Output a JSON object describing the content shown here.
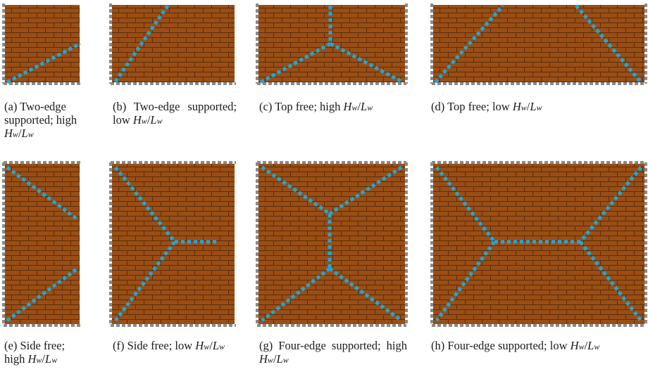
{
  "colors": {
    "brick": "#9a4e14",
    "mortar": "#5b2d0c",
    "support": "#8a8a8a",
    "crack": "#1aa9dc"
  },
  "captions": [
    {
      "id": "a",
      "prefix": "(a) Two-edge supported; high ",
      "tail": ""
    },
    {
      "id": "b",
      "prefix": "(b) Two-edge supported; low ",
      "tail": ""
    },
    {
      "id": "c",
      "prefix": "(c) Top free; high ",
      "tail": ""
    },
    {
      "id": "d",
      "prefix": "(d) Top free; low ",
      "tail": ""
    },
    {
      "id": "e",
      "prefix": "(e) Side free; high ",
      "tail": ""
    },
    {
      "id": "f",
      "prefix": "(f) Side free; low ",
      "tail": ""
    },
    {
      "id": "g",
      "prefix": "(g) Four-edge supported; high ",
      "tail": ""
    },
    {
      "id": "h",
      "prefix": "(h) Four-edge supported; low ",
      "tail": ""
    }
  ],
  "ratio": {
    "h": "H",
    "w": "w",
    "l": "L",
    "slash": "/"
  },
  "panels": [
    {
      "id": "a",
      "supports": [
        "left",
        "bottom"
      ]
    },
    {
      "id": "b",
      "supports": [
        "left",
        "bottom"
      ]
    },
    {
      "id": "c",
      "supports": [
        "left",
        "right",
        "bottom"
      ]
    },
    {
      "id": "d",
      "supports": [
        "left",
        "right",
        "bottom"
      ]
    },
    {
      "id": "e",
      "supports": [
        "top",
        "left",
        "bottom"
      ]
    },
    {
      "id": "f",
      "supports": [
        "top",
        "left",
        "bottom"
      ]
    },
    {
      "id": "g",
      "supports": [
        "top",
        "left",
        "right",
        "bottom"
      ]
    },
    {
      "id": "h",
      "supports": [
        "top",
        "left",
        "right",
        "bottom"
      ]
    }
  ]
}
